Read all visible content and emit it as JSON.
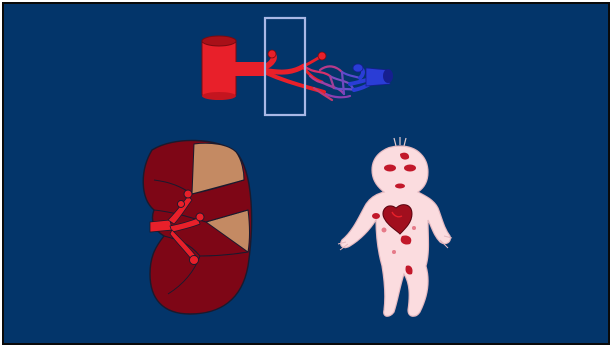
{
  "colors": {
    "background": "#03356a",
    "frame_border": "#0a0a0a",
    "artery_red": "#e8202a",
    "artery_dark": "#a81018",
    "vein_blue": "#2a3dd6",
    "vein_dark": "#161f8f",
    "highlight_box": "#a9b8e6",
    "kidney_tissue": "#7e0616",
    "kidney_infarct": "#c48a63",
    "infant_skin": "#fbdcdf",
    "lesion": "#c2182a"
  },
  "scene": {
    "vessel_diagram": "artery-capillary-vein-diagram",
    "highlight": "capillary-highlight-box",
    "kidney": "kidney-illustration",
    "infant": "infant-illustration"
  }
}
